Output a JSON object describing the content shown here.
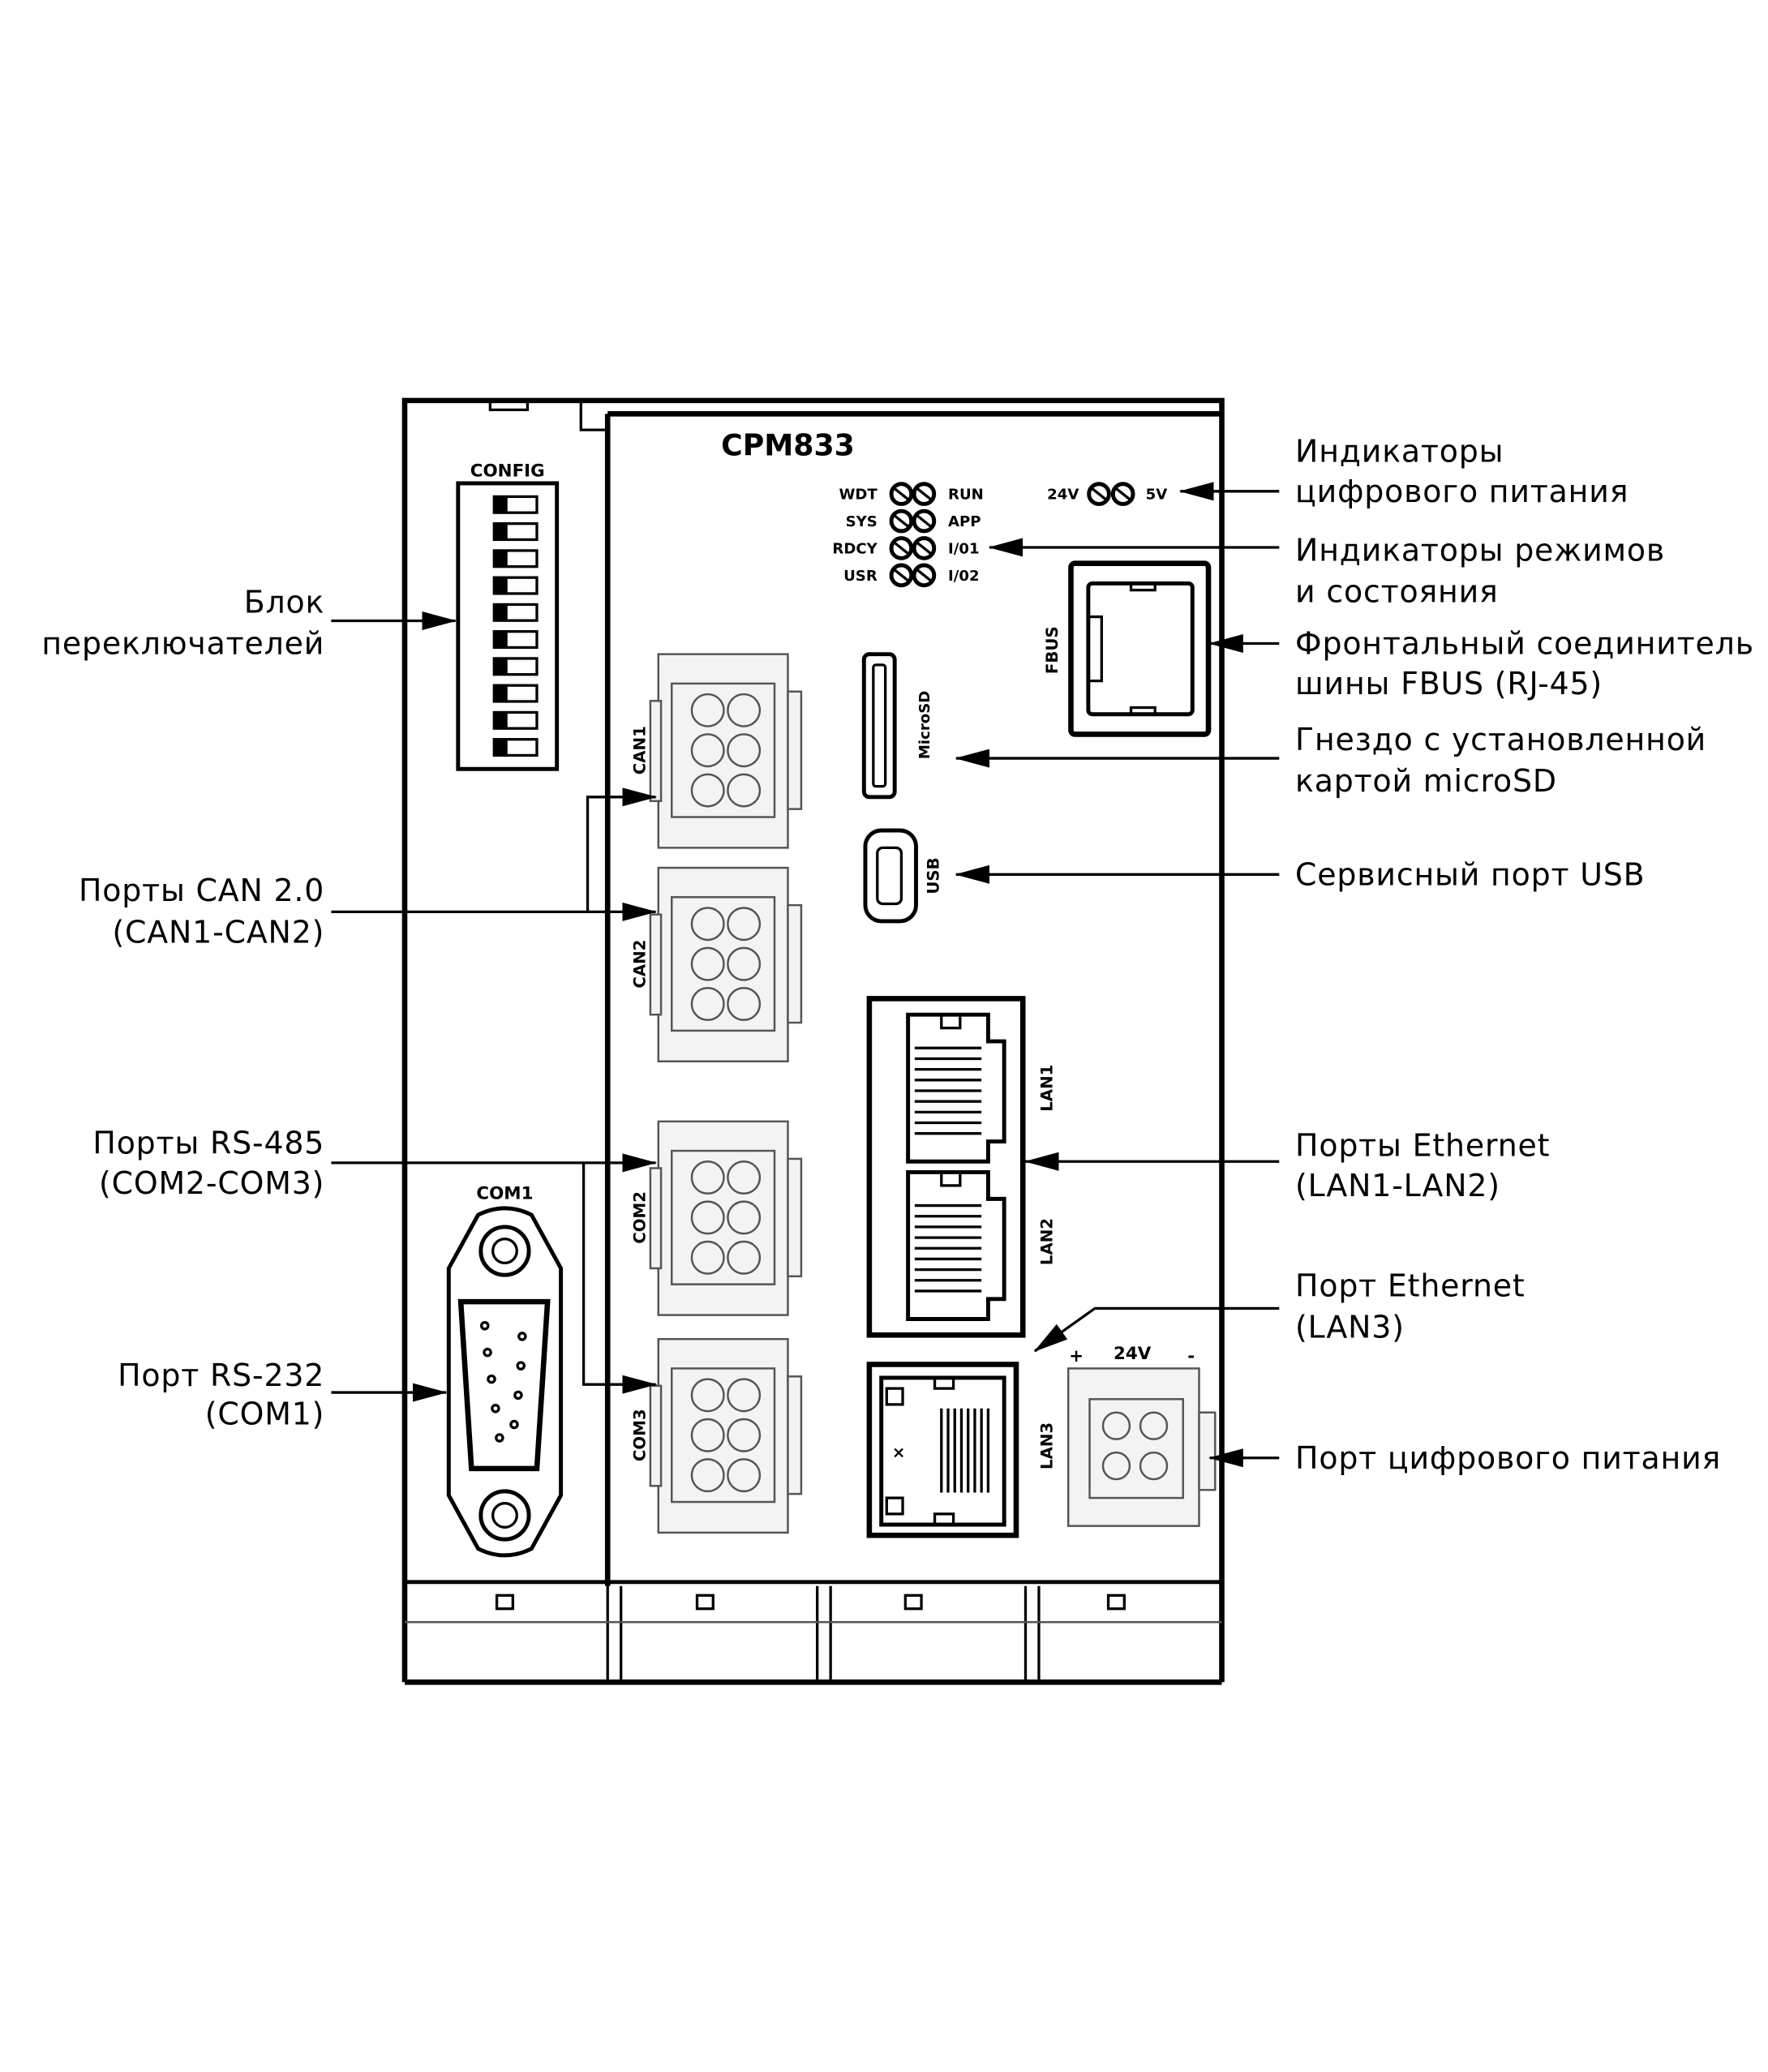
{
  "device": {
    "model": "CPM833",
    "config_label": "CONFIG",
    "com1_label": "COM1",
    "fbus_label": "FBUS",
    "microsd_label": "MicroSD",
    "usb_label": "USB",
    "can1_label": "CAN1",
    "can2_label": "CAN2",
    "com2_label": "COM2",
    "com3_label": "COM3",
    "lan1_label": "LAN1",
    "lan2_label": "LAN2",
    "lan3_label": "LAN3",
    "power_plus": "+",
    "power_label": "24V",
    "power_minus": "-",
    "leds_left": [
      "WDT",
      "SYS",
      "RDCY",
      "USR"
    ],
    "leds_right": [
      "RUN",
      "APP",
      "I/01",
      "I/02"
    ],
    "power_leds": {
      "left": "24V",
      "right": "5V"
    }
  },
  "callouts": {
    "left": [
      {
        "lines": [
          "Блок",
          "переключателей"
        ]
      },
      {
        "lines": [
          "Порты CAN 2.0",
          "(CAN1-CAN2)"
        ]
      },
      {
        "lines": [
          "Порты RS-485",
          "(COM2-COM3)"
        ]
      },
      {
        "lines": [
          "Порт RS-232",
          "(COM1)"
        ]
      }
    ],
    "right": [
      {
        "lines": [
          "Индикаторы",
          "цифрового питания"
        ]
      },
      {
        "lines": [
          "Индикаторы режимов",
          "и состояния"
        ]
      },
      {
        "lines": [
          "Фронтальный соединитель",
          "шины FBUS (RJ-45)"
        ]
      },
      {
        "lines": [
          "Гнездо с установленной",
          "картой microSD"
        ]
      },
      {
        "lines": [
          "Сервисный порт USB"
        ]
      },
      {
        "lines": [
          "Порты Ethernet",
          "(LAN1-LAN2)"
        ]
      },
      {
        "lines": [
          "Порт Ethernet",
          "(LAN3)"
        ]
      },
      {
        "lines": [
          "Порт цифрового питания"
        ]
      }
    ]
  }
}
